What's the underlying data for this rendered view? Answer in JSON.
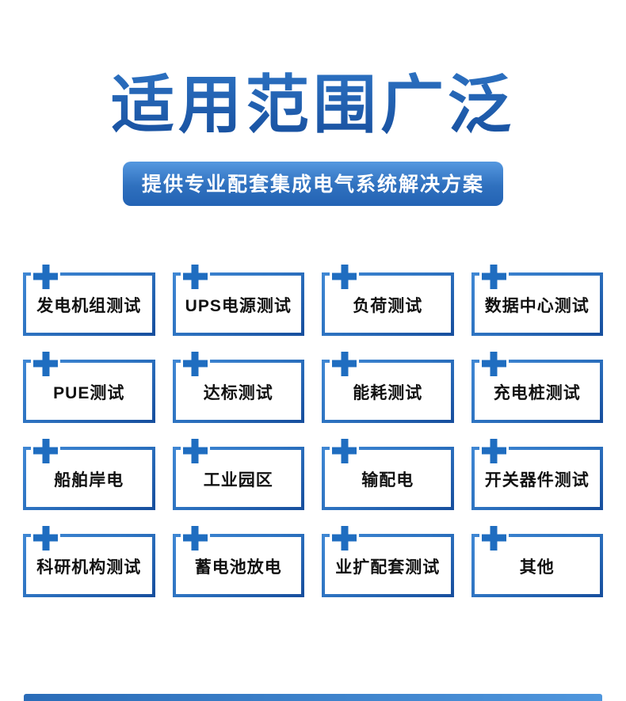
{
  "header": {
    "title": "适用范围广泛",
    "subtitle": "提供专业配套集成电气系统解决方案"
  },
  "grid": {
    "items": [
      {
        "label": "发电机组测试"
      },
      {
        "label": "UPS电源测试"
      },
      {
        "label": "负荷测试"
      },
      {
        "label": "数据中心测试"
      },
      {
        "label": "PUE测试"
      },
      {
        "label": "达标测试"
      },
      {
        "label": "能耗测试"
      },
      {
        "label": "充电桩测试"
      },
      {
        "label": "船舶岸电"
      },
      {
        "label": "工业园区"
      },
      {
        "label": "输配电"
      },
      {
        "label": "开关器件测试"
      },
      {
        "label": "科研机构测试"
      },
      {
        "label": "蓄电池放电"
      },
      {
        "label": "业扩配套测试"
      },
      {
        "label": "其他"
      }
    ]
  },
  "icons": {
    "card_corner": "plus-icon"
  },
  "colors": {
    "title_gradient_top": "#4089d8",
    "title_gradient_bottom": "#174f9e",
    "banner_gradient_top": "#5598e0",
    "banner_gradient_bottom": "#2363b4",
    "card_border_light": "#3e86d3",
    "card_border_dark": "#174f9e",
    "plus_icon": "#1f6dc0",
    "card_text": "#111111",
    "bottom_bar_left": "#2a6cb8",
    "bottom_bar_right": "#4f96dd"
  }
}
